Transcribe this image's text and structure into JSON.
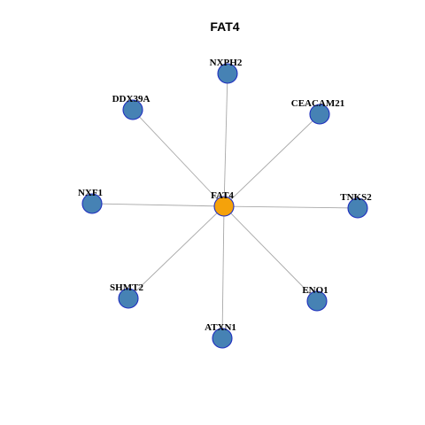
{
  "graph": {
    "title": "FAT4",
    "center": {
      "id": "FAT4",
      "color": "#f5a20a"
    },
    "neighbor_color": "#4682b4",
    "node_border_color": "#1f2fbf",
    "edge_color": "#a8a8a8",
    "neighbors": [
      {
        "id": "NXPH2"
      },
      {
        "id": "CEACAM21"
      },
      {
        "id": "TNKS2"
      },
      {
        "id": "ENO1"
      },
      {
        "id": "ATXN1"
      },
      {
        "id": "SHMT2"
      },
      {
        "id": "NXF1"
      },
      {
        "id": "DDX39A"
      }
    ],
    "edges": [
      [
        "FAT4",
        "NXPH2"
      ],
      [
        "FAT4",
        "CEACAM21"
      ],
      [
        "FAT4",
        "TNKS2"
      ],
      [
        "FAT4",
        "ENO1"
      ],
      [
        "FAT4",
        "ATXN1"
      ],
      [
        "FAT4",
        "SHMT2"
      ],
      [
        "FAT4",
        "NXF1"
      ],
      [
        "FAT4",
        "DDX39A"
      ]
    ]
  }
}
